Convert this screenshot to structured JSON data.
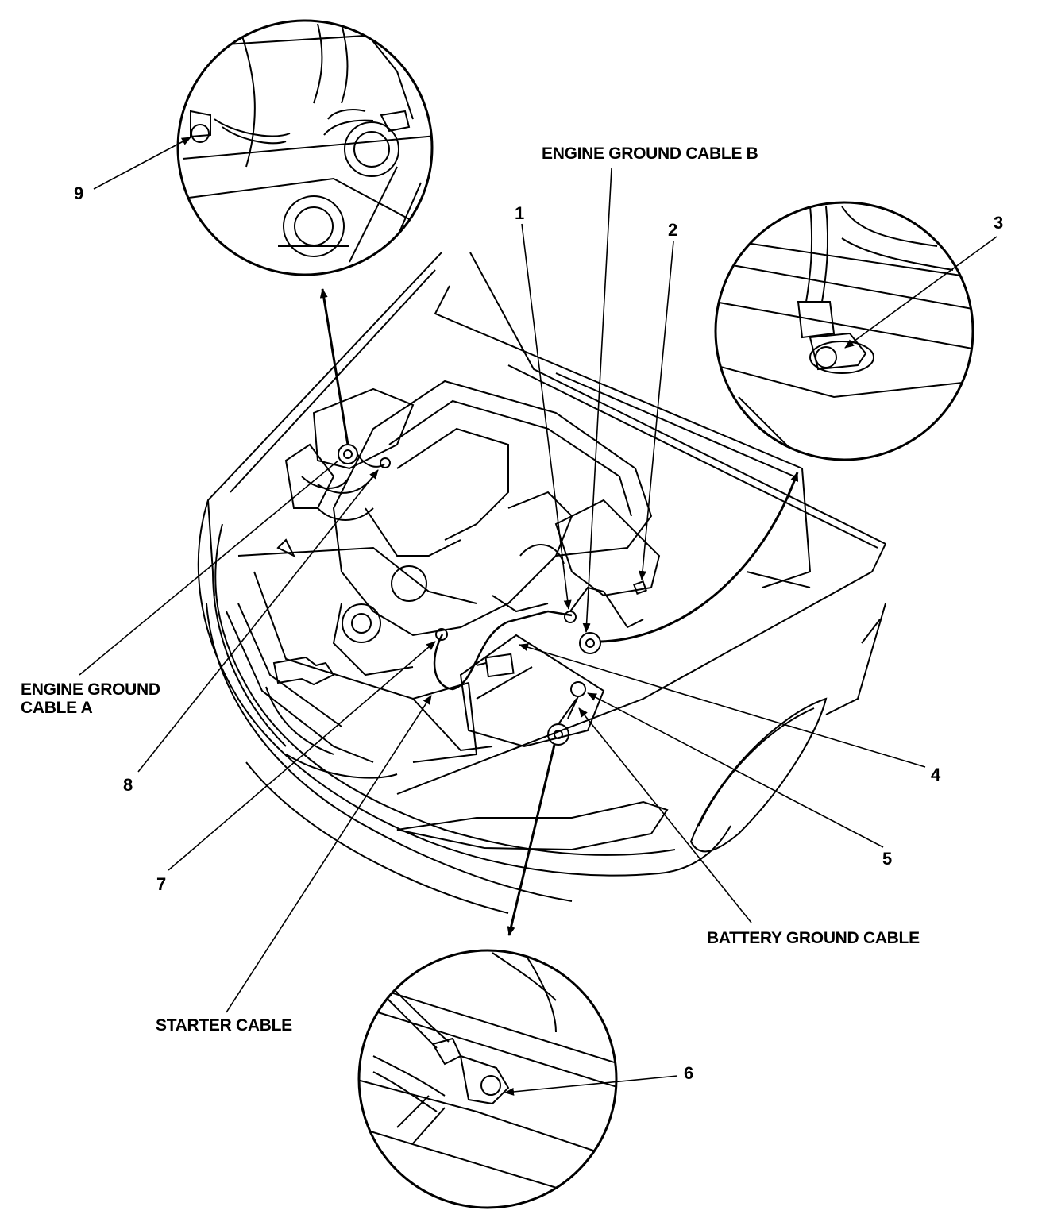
{
  "labels": {
    "engine_ground_cable_b": "ENGINE GROUND CABLE B",
    "engine_ground_cable_a_line1": "ENGINE GROUND",
    "engine_ground_cable_a_line2": "CABLE A",
    "battery_ground_cable": "BATTERY GROUND CABLE",
    "starter_cable": "STARTER CABLE"
  },
  "callouts": {
    "n1": "1",
    "n2": "2",
    "n3": "3",
    "n4": "4",
    "n5": "5",
    "n6": "6",
    "n7": "7",
    "n8": "8",
    "n9": "9"
  }
}
